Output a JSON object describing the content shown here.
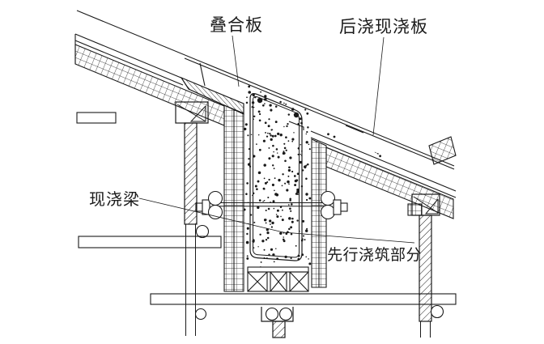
{
  "drawing": {
    "labels": {
      "composite_slab": "叠合板",
      "post_cast_slab": "后浇现浇板",
      "cast_in_place_beam": "现浇梁",
      "pre_cast_portion": "先行浇筑部分"
    },
    "colors": {
      "ink": "#1a1a1a",
      "background": "#ffffff"
    },
    "texture": {
      "seed": 12,
      "beam_dot_count": 250,
      "band_dot_count": 15
    }
  }
}
